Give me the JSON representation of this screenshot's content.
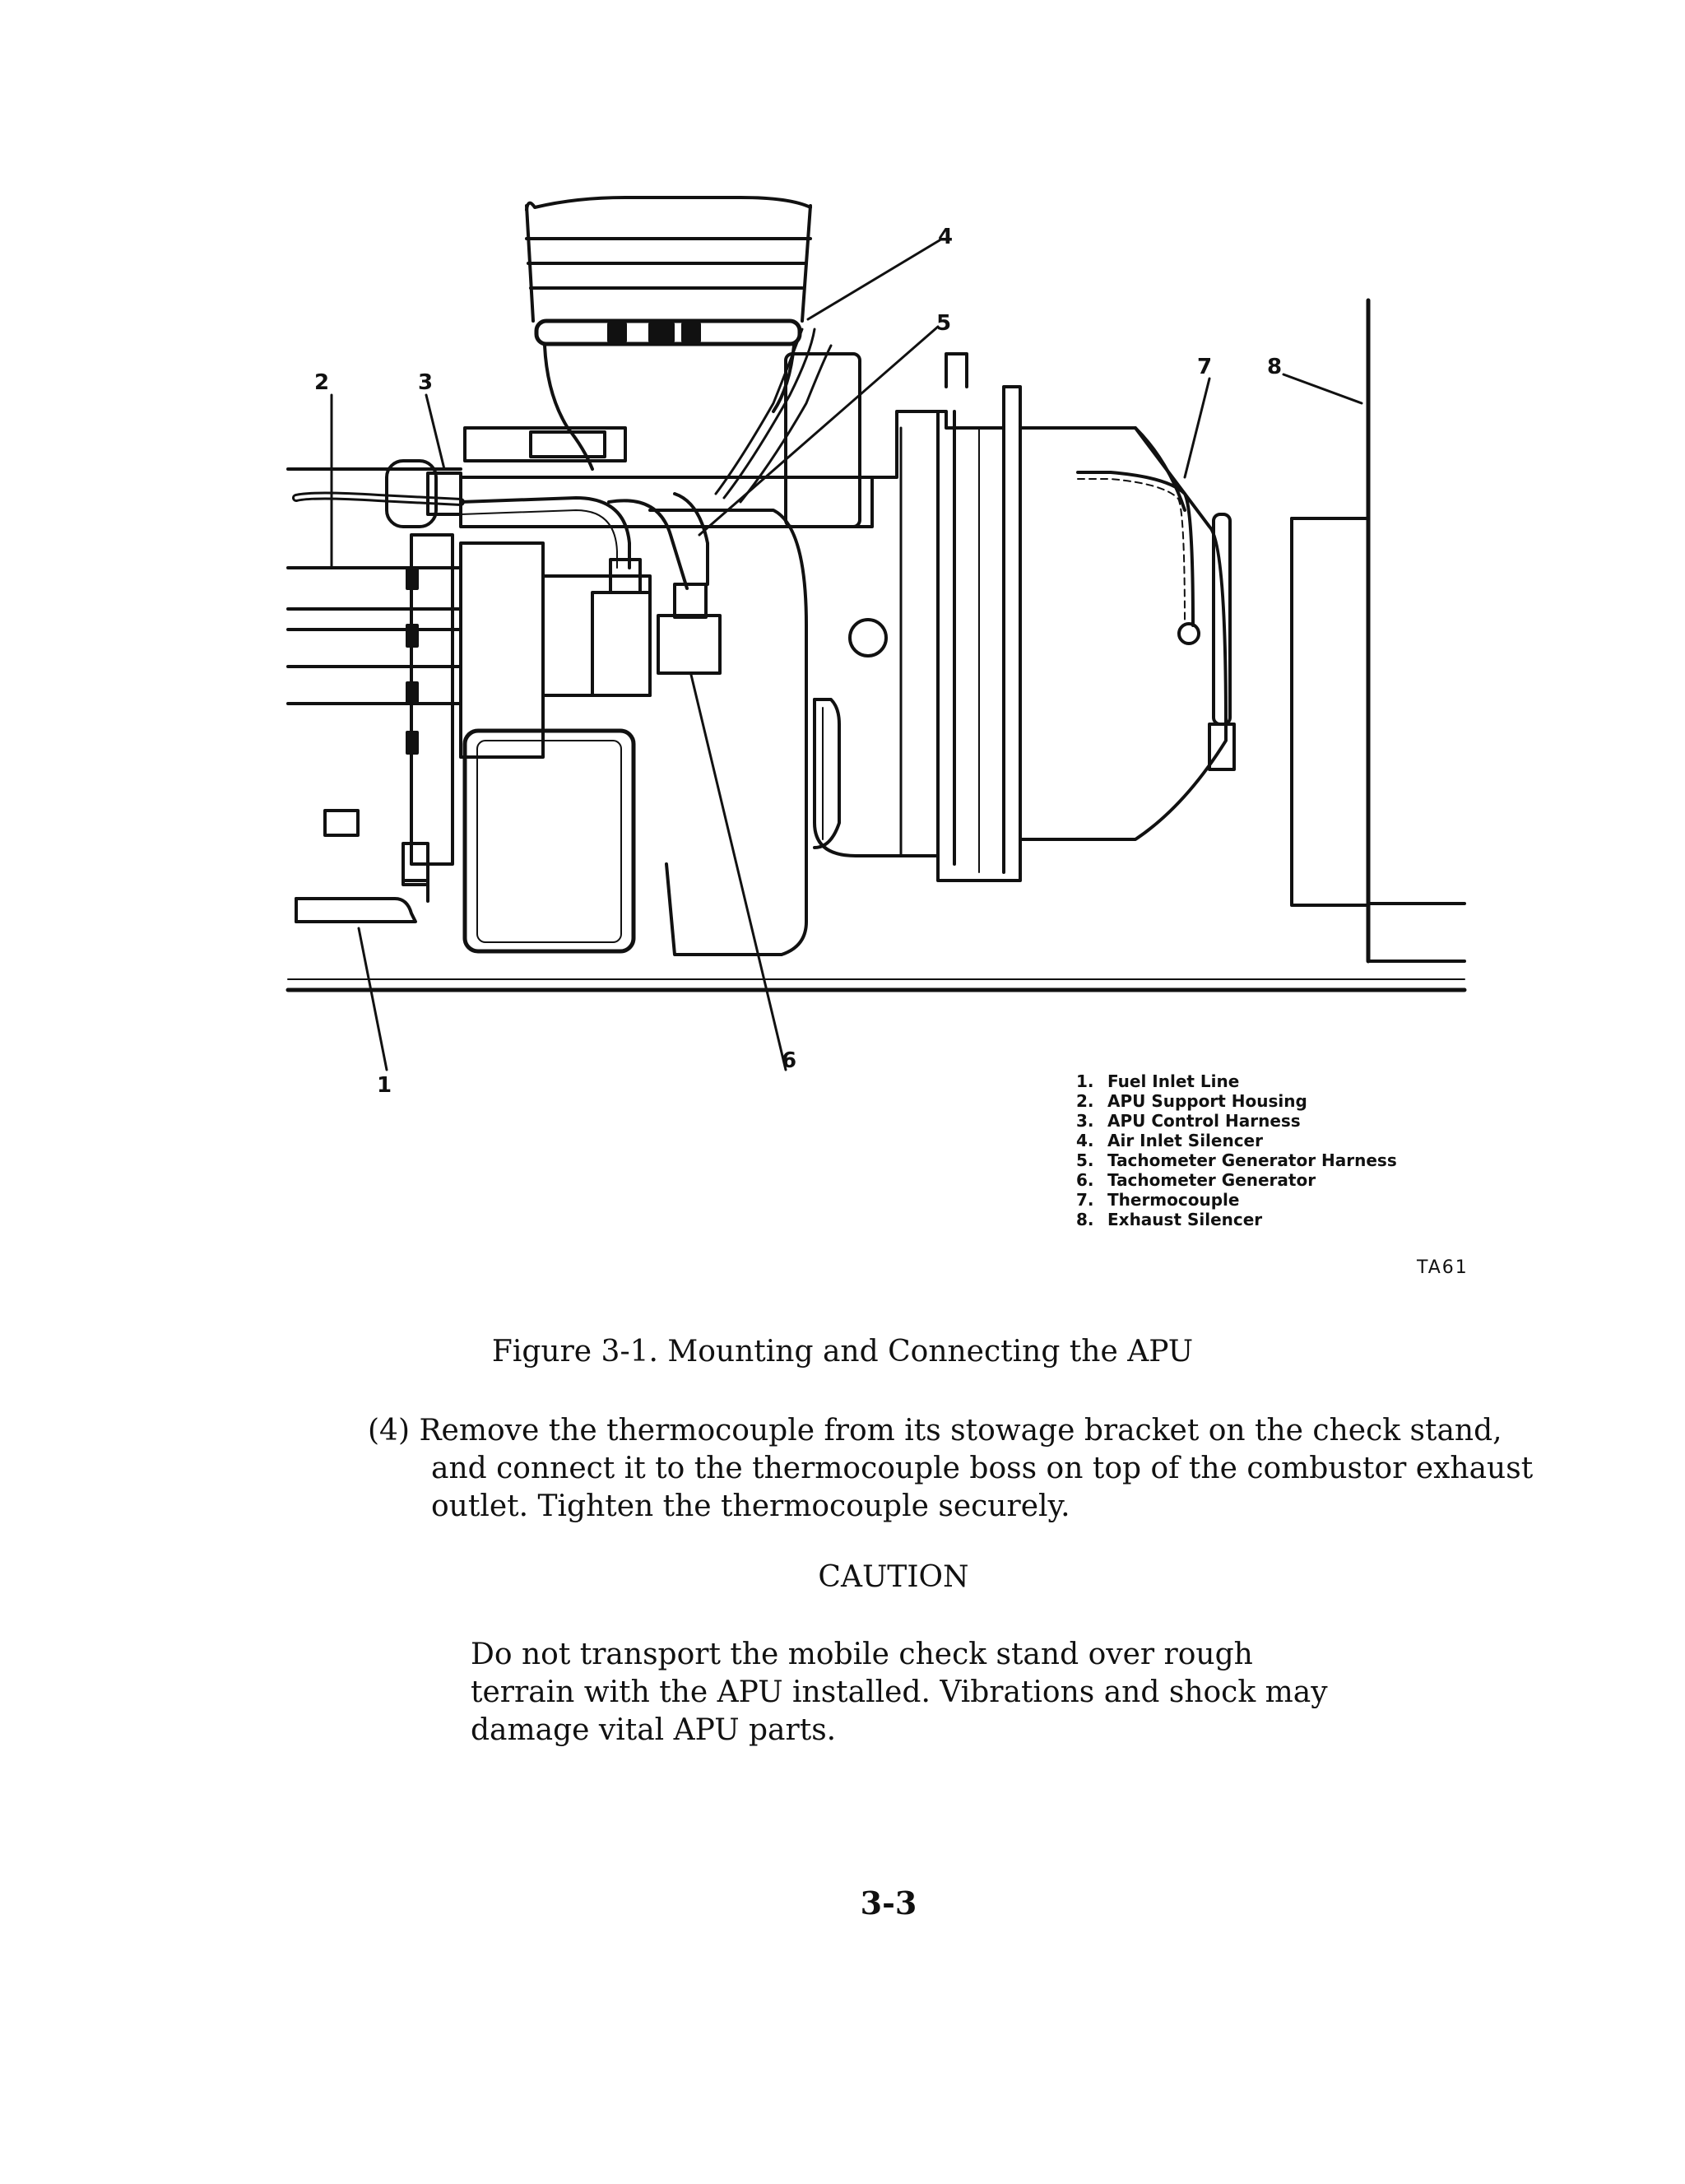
{
  "figure": {
    "callouts": [
      "1",
      "2",
      "3",
      "4",
      "5",
      "6",
      "7",
      "8"
    ],
    "legend": [
      {
        "num": "1.",
        "label": "Fuel Inlet Line"
      },
      {
        "num": "2.",
        "label": "APU Support Housing"
      },
      {
        "num": "3.",
        "label": "APU Control Harness"
      },
      {
        "num": "4.",
        "label": "Air Inlet Silencer"
      },
      {
        "num": "5.",
        "label": "Tachometer Generator Harness"
      },
      {
        "num": "6.",
        "label": "Tachometer Generator"
      },
      {
        "num": "7.",
        "label": "Thermocouple"
      },
      {
        "num": "8.",
        "label": "Exhaust Silencer"
      }
    ],
    "code": "TA61",
    "caption": "Figure 3-1.  Mounting and Connecting the APU"
  },
  "step": {
    "text": "(4) Remove the thermocouple from its stowage bracket on the check stand, and connect it to the thermocouple boss on top of the combustor exhaust outlet. Tighten the thermocouple securely."
  },
  "caution": {
    "heading": "CAUTION",
    "text": "Do not transport the mobile check stand over rough terrain with the APU installed. Vibrations and shock may damage vital APU parts."
  },
  "page_number": "3-3"
}
